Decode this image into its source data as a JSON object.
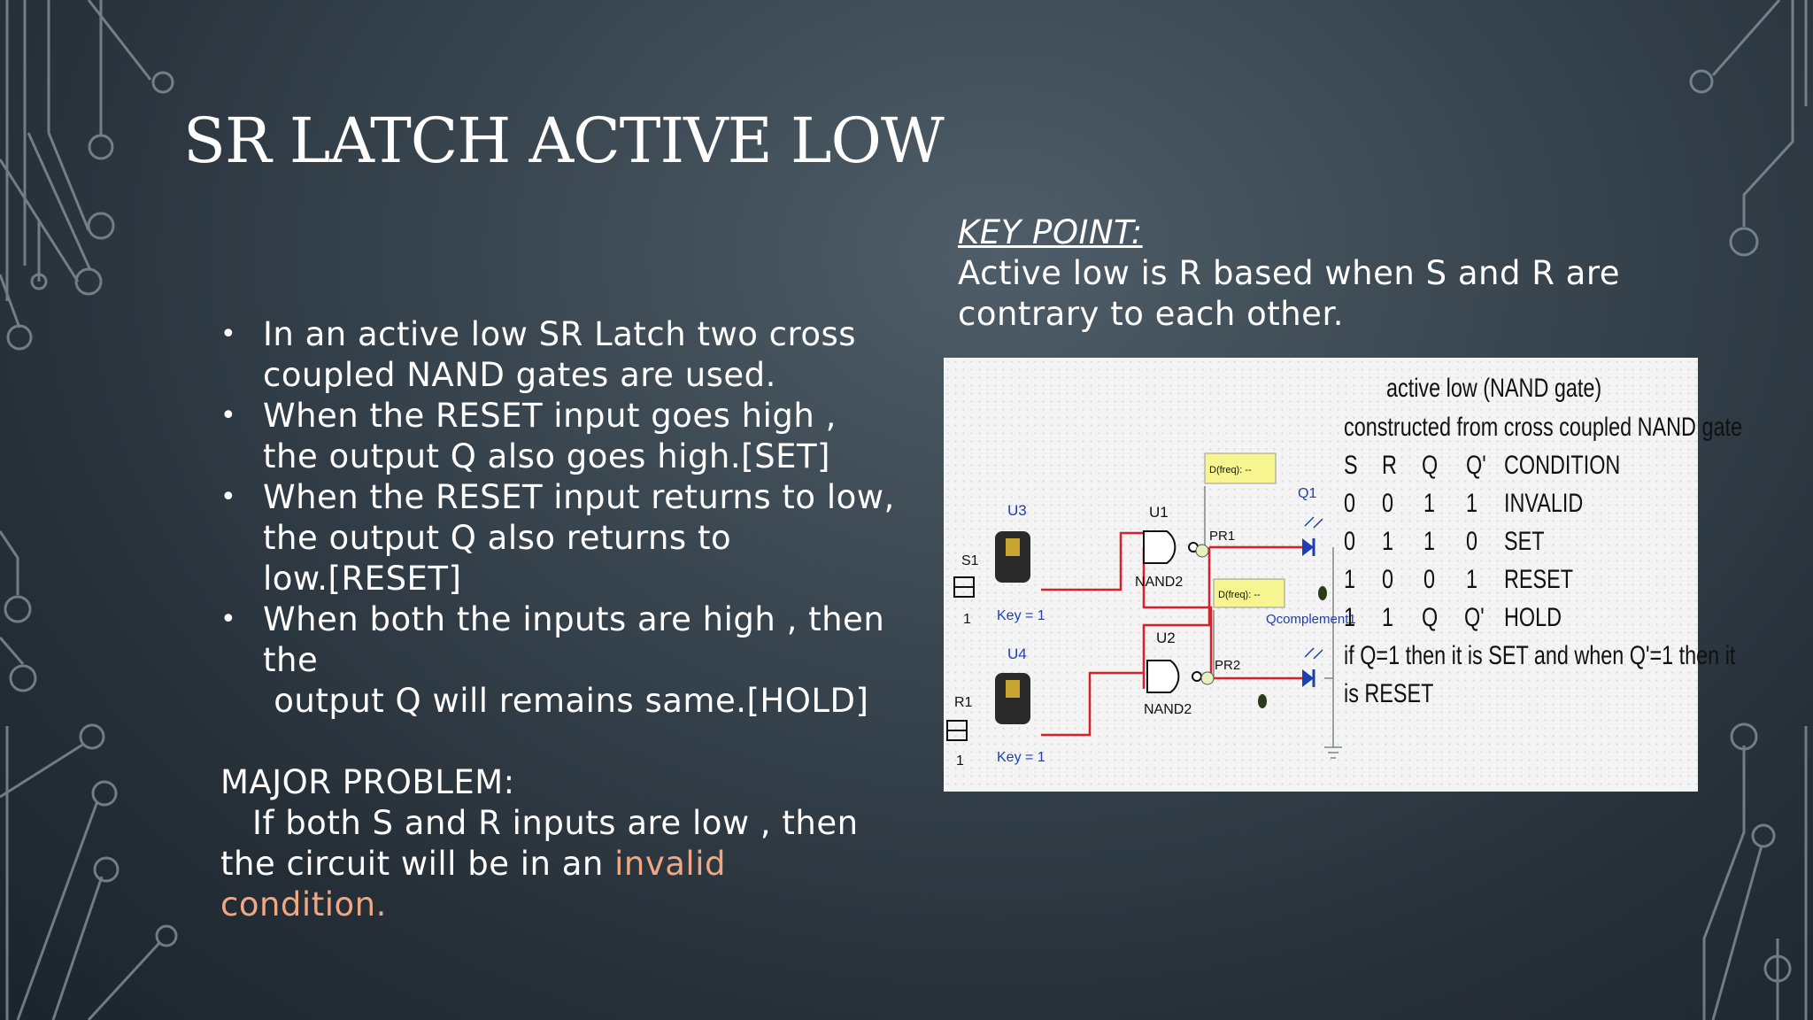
{
  "slide": {
    "title": "SR LATCH ACTIVE LOW",
    "bullets": [
      {
        "first": "In an active low SR Latch two cross",
        "rest": [
          "coupled NAND gates are used."
        ]
      },
      {
        "first": "When the RESET input goes high ,",
        "rest": [
          "the output Q also goes high.[SET]"
        ]
      },
      {
        "first": "When the RESET input returns to low,",
        "rest": [
          "the output Q also returns to",
          "low.[RESET]"
        ]
      },
      {
        "first": "When both the inputs are high , then",
        "rest": [
          "the",
          " output Q will remains same.[HOLD]"
        ]
      }
    ],
    "problem": {
      "heading": "MAJOR PROBLEM:",
      "line1": "If both S and R inputs are low , then",
      "line2_plain": "the circuit will be in an ",
      "line2_accent": "invalid",
      "line3_accent": "condition."
    },
    "key_point": {
      "heading": "KEY POINT:",
      "line1": "Active low is R based when S and R are",
      "line2": "contrary to each other."
    },
    "colors": {
      "accent": "#f0a882",
      "wire": "#d8202a",
      "label_blue": "#1d3fb0"
    }
  },
  "figure": {
    "title1": "active low (NAND gate)",
    "title2": "constructed from cross coupled NAND gate",
    "table": {
      "headers": [
        "S",
        "R",
        "Q",
        "Q'",
        "CONDITION"
      ],
      "rows": [
        [
          "0",
          "0",
          "1",
          "1",
          "INVALID"
        ],
        [
          "0",
          "1",
          "1",
          "0",
          "SET"
        ],
        [
          "1",
          "0",
          "0",
          "1",
          "RESET"
        ],
        [
          "1",
          "1",
          "Q",
          "Q'",
          "HOLD"
        ]
      ]
    },
    "note1": "if Q=1 then it is SET and when Q'=1 then it",
    "note2": "is RESET",
    "circuit": {
      "u3": "U3",
      "u4": "U4",
      "u1": "U1",
      "u2": "U2",
      "s1": "S1",
      "r1": "R1",
      "s1_val": "1",
      "r1_val": "1",
      "key1": "Key = 1",
      "key2": "Key = 1",
      "nand1": "NAND2",
      "nand2": "NAND2",
      "pr1": "PR1",
      "pr2": "PR2",
      "probe1": "D(freq): --",
      "probe2": "D(freq): --",
      "q1": "Q1",
      "qc": "Qcomplement1"
    }
  }
}
